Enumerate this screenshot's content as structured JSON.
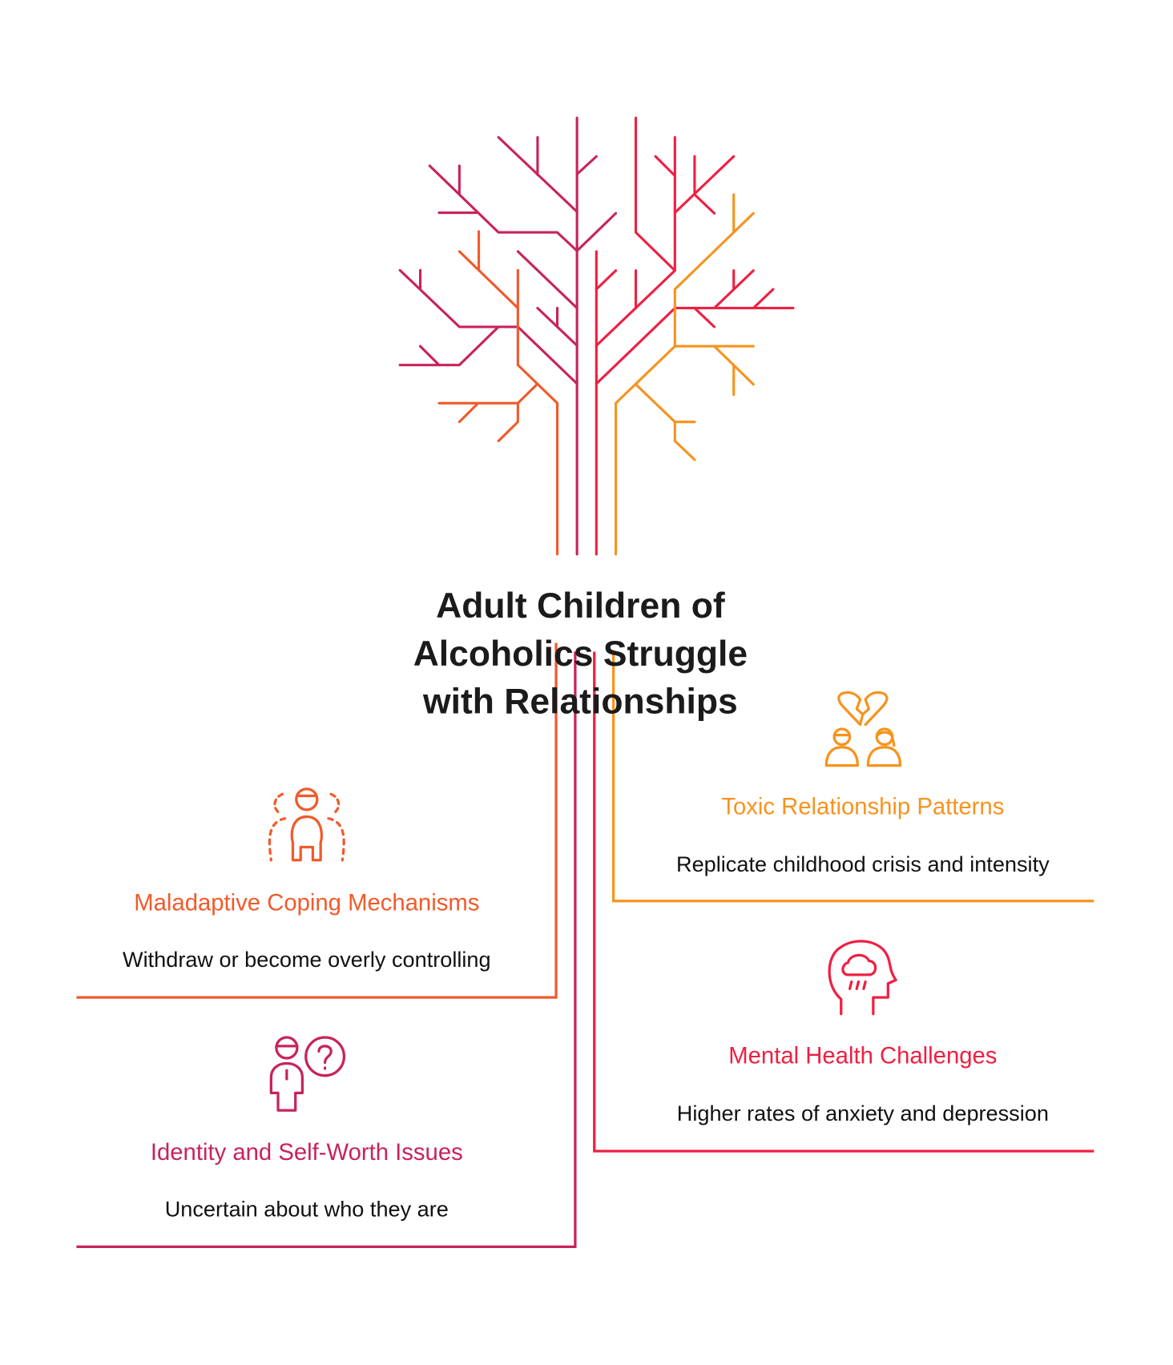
{
  "title": {
    "line1": "Adult Children of",
    "line2": "Alcoholics Struggle",
    "line3": "with Relationships"
  },
  "colors": {
    "coping": "#F15A2B",
    "identity": "#C8235A",
    "mental": "#EE2042",
    "toxic": "#F7931E",
    "text": "#111111"
  },
  "items": [
    {
      "id": "coping",
      "icon": "person-dashed-surround-icon",
      "heading": "Maladaptive Coping Mechanisms",
      "description": "Withdraw or become overly controlling"
    },
    {
      "id": "identity",
      "icon": "person-question-icon",
      "heading": "Identity and Self-Worth Issues",
      "description": "Uncertain about who they are"
    },
    {
      "id": "toxic",
      "icon": "broken-heart-couple-icon",
      "heading": "Toxic Relationship Patterns",
      "description": "Replicate childhood crisis and intensity"
    },
    {
      "id": "mental",
      "icon": "head-rain-cloud-icon",
      "heading": "Mental Health Challenges",
      "description": "Higher rates of anxiety and depression"
    }
  ]
}
